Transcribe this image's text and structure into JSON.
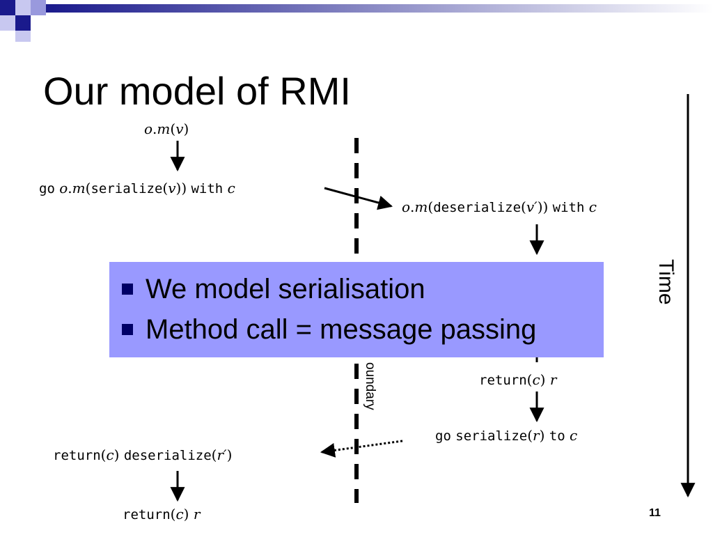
{
  "slide": {
    "title": "Our model of RMI",
    "time_label": "Time",
    "boundary_label_fragment": "oundary",
    "page_number": "11"
  },
  "diagram": {
    "top_call": {
      "obj": "o",
      "method": "m",
      "arg": "v"
    },
    "client_send": {
      "kw_go": "go",
      "obj": "o",
      "method": "m",
      "fn": "serialize",
      "arg": "v",
      "kw_with": "with",
      "ctx": "c"
    },
    "server_receive": {
      "obj": "o",
      "method": "m",
      "fn": "deserialize",
      "arg": "v′",
      "kw_with": "with",
      "ctx": "c"
    },
    "server_return": {
      "kw_return": "return",
      "ctx": "c",
      "val": "r"
    },
    "server_send": {
      "kw_go": "go",
      "fn": "serialize",
      "arg": "r",
      "kw_to": "to",
      "ctx": "c"
    },
    "client_receive": {
      "kw_return": "return",
      "ctx": "c",
      "fn": "deserialize",
      "arg": "r′"
    },
    "client_return": {
      "kw_return": "return",
      "ctx": "c",
      "val": "r"
    }
  },
  "overlay": {
    "bullets": [
      "We model serialisation",
      "Method call = message passing"
    ]
  },
  "colors": {
    "overlay_bg": "#9999ff",
    "bullet": "#000066",
    "deco_dark": "#1a1a8c"
  }
}
